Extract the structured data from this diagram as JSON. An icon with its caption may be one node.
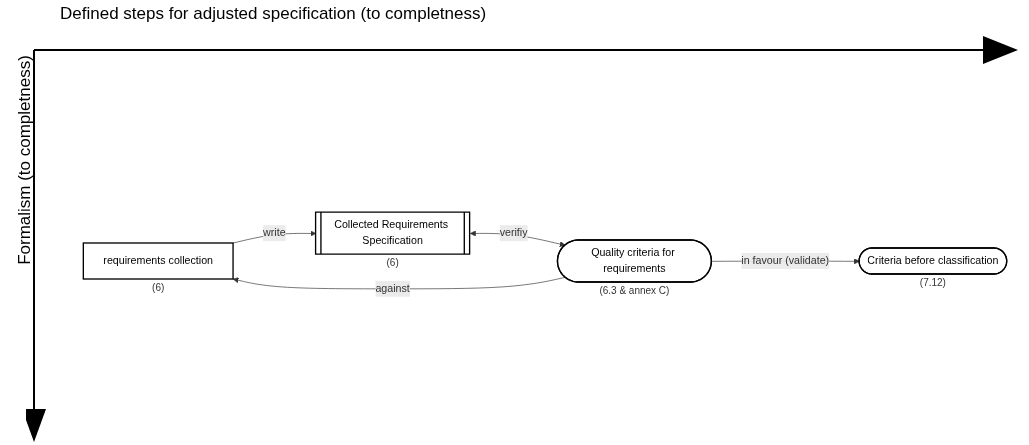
{
  "diagram": {
    "nodes": [
      {
        "text": [
          "requirements collection"
        ],
        "beside": [
          "(6)"
        ]
      },
      {
        "text": [
          "Collected Requirements Specification"
        ],
        "beside": [
          "(6)"
        ]
      },
      {
        "text": [
          "Quality criteria for requirements"
        ],
        "beside": [
          "(6.3 & annex C)"
        ]
      },
      {
        "text": [
          "Criteria before classification"
        ],
        "beside": [
          "(7.12)"
        ]
      }
    ],
    "edges": [
      {
        "from": 0,
        "to": 1,
        "arrow": "to",
        "label": "write"
      },
      {
        "from": 1,
        "to": 2,
        "arrow": "both",
        "label": "verifiy"
      },
      {
        "from": 2,
        "to": 0,
        "arrow": "to",
        "label": "against"
      },
      {
        "from": 2,
        "to": 3,
        "arrow": "to",
        "label": "in favour (validate)"
      }
    ],
    "labels": [
      "Defined steps for adjusted specification (to completness)",
      "Formalism (to completness)"
    ]
  }
}
